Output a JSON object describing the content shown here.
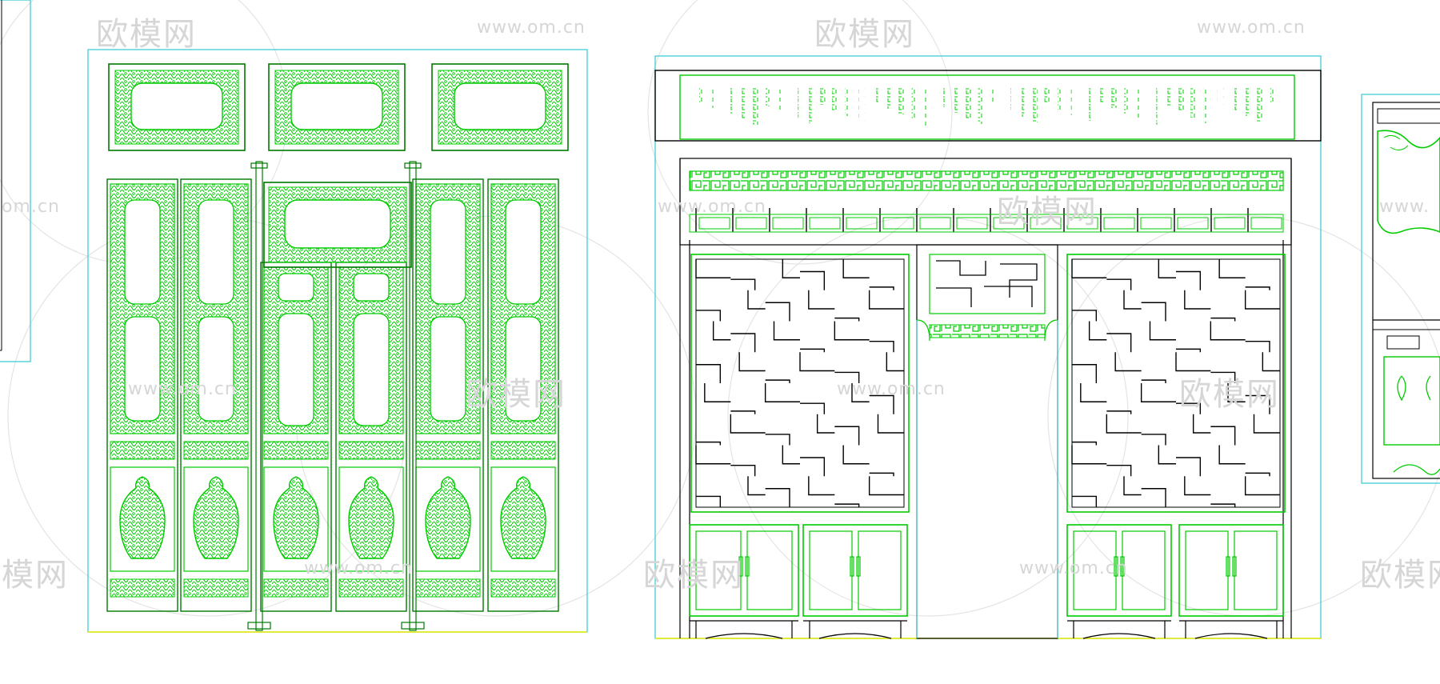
{
  "watermark": {
    "logo_text": "欧模网",
    "url_text": "www.om.cn",
    "partial_url_left": "om.cn",
    "partial_url_right": "www.",
    "partial_logo_left": "欧模网"
  },
  "colors": {
    "green": "#00cc00",
    "dark_green": "#007a00",
    "cyan": "#33c9d6",
    "black": "#000000",
    "yellow": "#e6e600",
    "watermark": "#d6d6d6"
  },
  "drawings": [
    {
      "name": "carved-screen-partition",
      "panels": 6,
      "transom_panels": 3
    },
    {
      "name": "lattice-moon-doorway-wall",
      "lattice_panels": 2,
      "cabinets": 4
    },
    {
      "name": "partial-cabinet-elevation"
    }
  ]
}
